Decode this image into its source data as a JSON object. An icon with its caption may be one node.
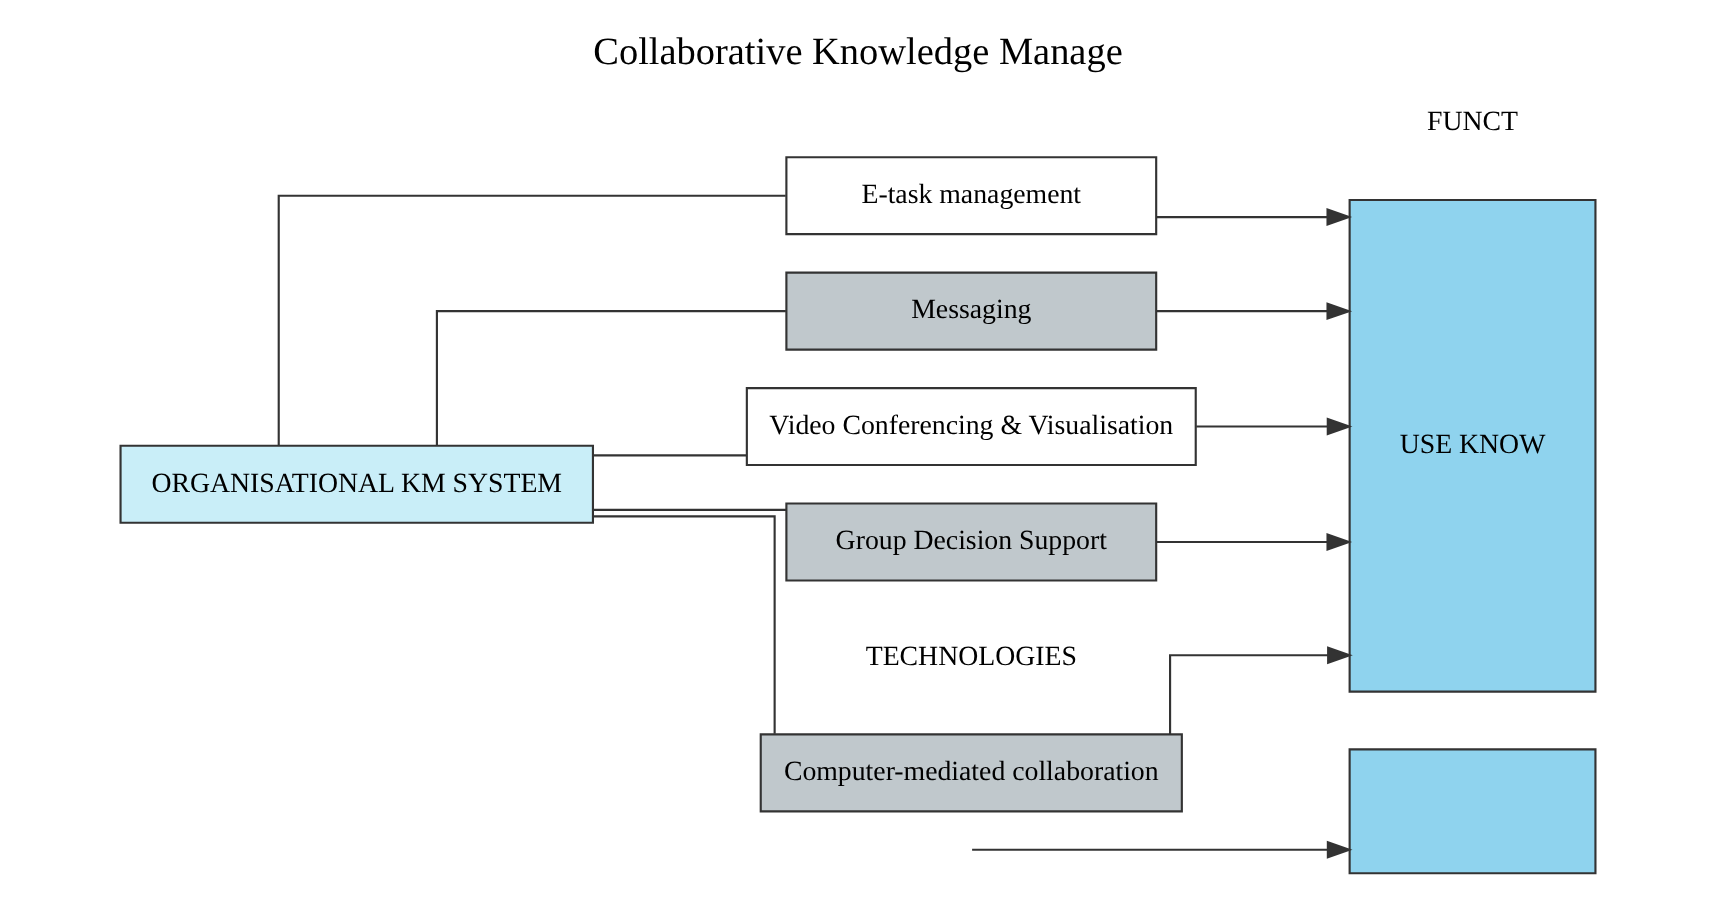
{
  "diagram": {
    "title": "Collaborative Knowledge Manage",
    "nodes": [
      {
        "text": [
          "ORGANISATIONAL KM SYSTEM"
        ]
      },
      {
        "text": [
          "Computer-mediated collaboration"
        ]
      },
      {
        "text": [
          "E-task management"
        ]
      },
      {
        "text": [
          "Messaging"
        ]
      },
      {
        "text": [
          "Video Conferencing & Visualisation"
        ]
      },
      {
        "text": [
          "Group Decision Support"
        ]
      },
      {
        "text": [
          "USE KNOW"
        ]
      },
      {
        "text": [],
        "shape": "box"
      }
    ],
    "edges": [
      {
        "from": 0,
        "to": 1,
        "arrow": "none"
      },
      {
        "from": 0,
        "to": 2,
        "arrow": "none"
      },
      {
        "from": 0,
        "to": 3,
        "arrow": "none"
      },
      {
        "from": 0,
        "to": 4,
        "arrow": "none"
      },
      {
        "from": 0,
        "to": 5,
        "arrow": "none"
      },
      {
        "from": 1,
        "to": 6,
        "arrow": "to"
      },
      {
        "from": 2,
        "to": 6,
        "arrow": "to"
      },
      {
        "from": 3,
        "to": 6,
        "arrow": "to"
      },
      {
        "from": 4,
        "to": 6,
        "arrow": "to"
      },
      {
        "from": 5,
        "to": 6,
        "arrow": "to"
      },
      {
        "from": null,
        "to": 7,
        "arrow": "to"
      }
    ],
    "labels": [
      "TECHNOLOGIES",
      "FUNCT"
    ]
  }
}
